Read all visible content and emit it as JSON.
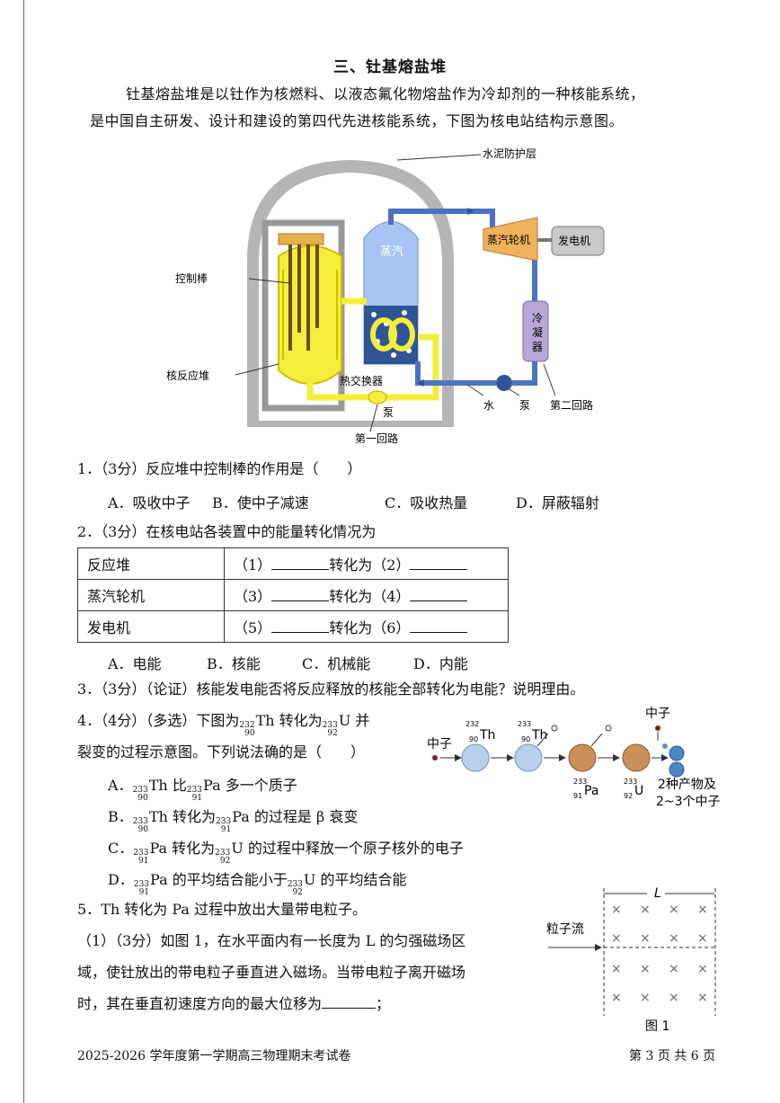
{
  "section_title": "三、钍基熔盐堆",
  "intro_line1": "钍基熔盐堆是以钍作为核燃料、以液态氟化物熔盐作为冷却剂的一种核能系统，",
  "intro_line2": "是中国自主研发、设计和建设的第四代先进核能系统，下图为核电站结构示意图。",
  "diagram": {
    "cement": "水泥防护层",
    "control_rod": "控制棒",
    "reactor": "核反应堆",
    "steam": "蒸汽",
    "turbine": "蒸汽轮机",
    "generator": "发电机",
    "condenser": "冷凝器",
    "heat_exchanger": "热交换器",
    "pump1": "泵",
    "water": "水",
    "pump2": "泵",
    "loop2": "第二回路",
    "loop1": "第一回路"
  },
  "q1": {
    "stem": "1．（3分）反应堆中控制棒的作用是（　　）",
    "a": "A．吸收中子",
    "b": "B．使中子减速",
    "c": "C．吸收热量",
    "d": "D．屏蔽辐射"
  },
  "q2": {
    "stem": "2．（3分）在核电站各装置中的能量转化情况为",
    "rows": [
      {
        "device": "反应堆",
        "n1": "（1）",
        "mid": "转化为",
        "n2": "（2）"
      },
      {
        "device": "蒸汽轮机",
        "n1": "（3）",
        "mid": "转化为",
        "n2": "（4）"
      },
      {
        "device": "发电机",
        "n1": "（5）",
        "mid": "转化为",
        "n2": "（6）"
      }
    ],
    "a": "A．电能",
    "b": "B．核能",
    "c": "C．机械能",
    "d": "D．内能"
  },
  "q3": "3．（3分）（论证）核能发电能否将反应释放的核能全部转化为电能？说明理由。",
  "q4": {
    "stem_a": "4．（4分）（多选）下图为",
    "stem_b": "Th 转化为",
    "stem_c": "U 并",
    "line2": "裂变的过程示意图。下列说法确的是（　　）",
    "a_pre": "A．",
    "a_mid": "Th 比",
    "a_post": "Pa 多一个质子",
    "b_pre": "B．",
    "b_mid": "Th 转化为",
    "b_post": "Pa 的过程是 β 衰变",
    "c_pre": "C．",
    "c_mid": "Pa 转化为",
    "c_post": "U 的过程中释放一个原子核外的电子",
    "d_pre": "D．",
    "d_mid": "Pa 的平均结合能小于",
    "d_post": "U 的平均结合能",
    "nuclides": {
      "th232_a": "232",
      "th232_z": "90",
      "th233_a": "233",
      "th233_z": "90",
      "pa233_a": "233",
      "pa233_z": "91",
      "u233_a": "233",
      "u233_z": "92"
    },
    "diagram": {
      "neutron_left": "中子",
      "neutron_top": "中子",
      "th": "Th",
      "pa": "Pa",
      "u": "U",
      "products1": "2种产物及",
      "products2": "2~3个中子"
    }
  },
  "q5": {
    "intro": "5．Th 转化为 Pa 过程中放出大量带电粒子。",
    "p1": "（1）（3分）如图 1，在水平面内有一长度为 L 的匀强磁场区",
    "p2": "域，使钍放出的带电粒子垂直进入磁场。当带电粒子离开磁场",
    "p3": "时，其在垂直初速度方向的最大位移为",
    "p3_end": "；",
    "fig_L": "L",
    "fig_particles": "粒子流",
    "fig_caption": "图 1"
  },
  "footer": {
    "left": "2025-2026 学年度第一学期高三物理期末考试卷",
    "right": "第 3 页  共 6 页"
  }
}
